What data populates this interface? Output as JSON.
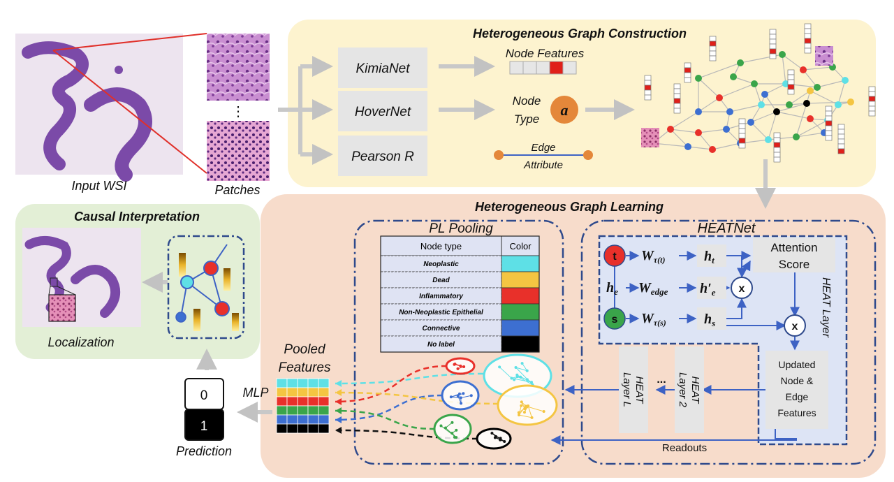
{
  "wsi": {
    "caption": "Input WSI"
  },
  "patches": {
    "caption": "Patches",
    "dots": "⋮"
  },
  "construction": {
    "title": "Heterogeneous Graph Construction",
    "modules": [
      "KimiaNet",
      "HoverNet",
      "Pearson R"
    ],
    "node_features": "Node Features",
    "node_type": [
      "Node",
      "Type"
    ],
    "node_type_symbol": "a",
    "edge_attr": [
      "Edge",
      "Attribute"
    ]
  },
  "learning": {
    "title": "Heterogeneous Graph Learning"
  },
  "pooling": {
    "title": "PL Pooling",
    "table": {
      "headers": [
        "Node type",
        "Color"
      ],
      "rows": [
        {
          "label": "Neoplastic",
          "color": "#5ee0e6"
        },
        {
          "label": "Dead",
          "color": "#f4c542"
        },
        {
          "label": "Inflammatory",
          "color": "#e8302a"
        },
        {
          "label": "Non-Neoplastic Epithelial",
          "color": "#3aa54a"
        },
        {
          "label": "Connective",
          "color": "#3d6fd1"
        },
        {
          "label": "No label",
          "color": "#000000"
        }
      ]
    },
    "pooled_features": [
      "Pooled",
      "Features"
    ]
  },
  "heatnet": {
    "title": "HEATNet",
    "node_t": "t",
    "node_s": "s",
    "w_tau_t": [
      "W",
      "τ(t)"
    ],
    "w_tau_s": [
      "W",
      "τ(s)"
    ],
    "w_edge": [
      "W",
      "edge"
    ],
    "h_t": [
      "h",
      "t"
    ],
    "h_s": [
      "h",
      "s"
    ],
    "h_e": [
      "h",
      "e"
    ],
    "h_e_prime": [
      "h′",
      "e"
    ],
    "mult": "x",
    "attention": [
      "Attention",
      "Score"
    ],
    "heat_layer": "HEAT Layer",
    "updated": [
      "Updated",
      "Node &",
      "Edge",
      "Features"
    ],
    "layer_l": [
      "HEAT",
      "Layer L"
    ],
    "layer_2": [
      "HEAT",
      "Layer 2"
    ],
    "ellipsis": "...",
    "readouts": "Readouts"
  },
  "mlp": "MLP",
  "prediction": {
    "caption": "Prediction",
    "values": [
      "0",
      "1"
    ]
  },
  "causal": {
    "title": "Causal Interpretation",
    "caption": "Localization"
  }
}
